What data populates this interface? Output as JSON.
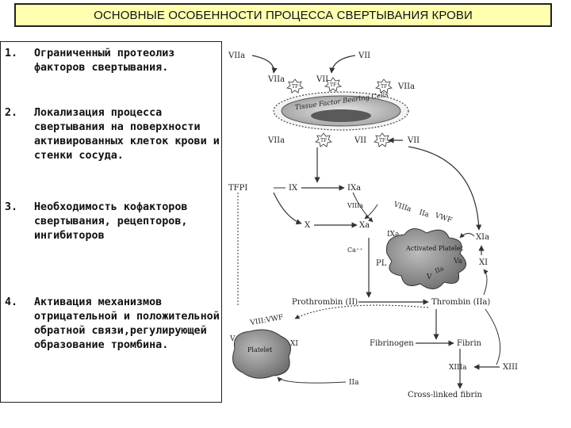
{
  "title": "ОСНОВНЫЕ ОСОБЕННОСТИ  ПРОЦЕССА СВЕРТЫВАНИЯ КРОВИ",
  "list": [
    {
      "num": "1.",
      "text": "Ограниченный протеолиз факторов свертывания."
    },
    {
      "num": "2.",
      "text": "Локализация процесса свертывания  на поверхности активированных клеток крови и стенки сосуда."
    },
    {
      "num": "3.",
      "text": "Необходимость кофакторов свертывания, рецепторов, ингибиторов"
    },
    {
      "num": "4.",
      "text": " Активация механизмов отрицательной и положительной обратной связи,регулирующей образование тромбина."
    }
  ],
  "diagram": {
    "viia_top": "VIIa",
    "vii_top": "VII",
    "viia_l": "VIIa",
    "vii_m": "VII",
    "viia_r": "VIIa",
    "tf": "TF",
    "cell_label": "Tissue Factor Bearing Cells",
    "viia_low": "VIIa",
    "vii_low": "VII",
    "vii_far": "VII",
    "tfpi": "TFPI",
    "ix": "IX",
    "ixa": "IXa",
    "viiia_small": "VIIIa",
    "viiia_cof": "VIIIa",
    "iia_cof": "IIa",
    "vwf_cof": "VWF",
    "x": "X",
    "xa": "Xa",
    "ixa2": "IXa",
    "xia": "XIa",
    "activated_platelet": "Activated Platelet",
    "ca": "Ca⁺⁺",
    "pl": "PL",
    "v_pl": "V",
    "iia_pl": "IIa",
    "va": "Va",
    "xi": "XI",
    "prothrombin": "Prothrombin (II)",
    "thrombin": "Thrombin (IIa)",
    "viii_vwf": "VIII:VWF",
    "v_left": "V",
    "platelet": "Platelet",
    "xi_left": "XI",
    "fibrinogen": "Fibrinogen",
    "fibrin": "Fibrin",
    "xiiia": "XIIIa",
    "xiii": "XIII",
    "iia_bottom": "IIa",
    "crosslinked": "Cross-linked fibrin"
  }
}
